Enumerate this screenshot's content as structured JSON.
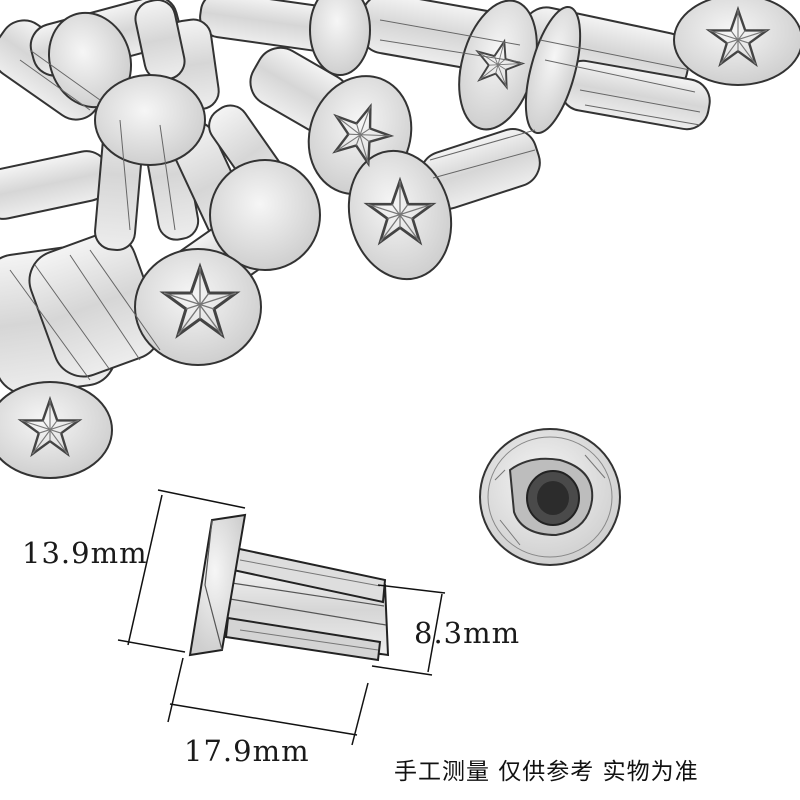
{
  "image": {
    "subject": "star-head plastic expansion rivets",
    "style": "pencil sketch"
  },
  "dimensions": {
    "height": "13.9mm",
    "diameter": "8.3mm",
    "length": "17.9mm"
  },
  "note": "手工测量 仅供参考 实物为准",
  "colors": {
    "paper": "#ffffff",
    "ink": "#1a1a1a",
    "part_fill": "#e8e8e8",
    "part_edge": "#333333"
  }
}
